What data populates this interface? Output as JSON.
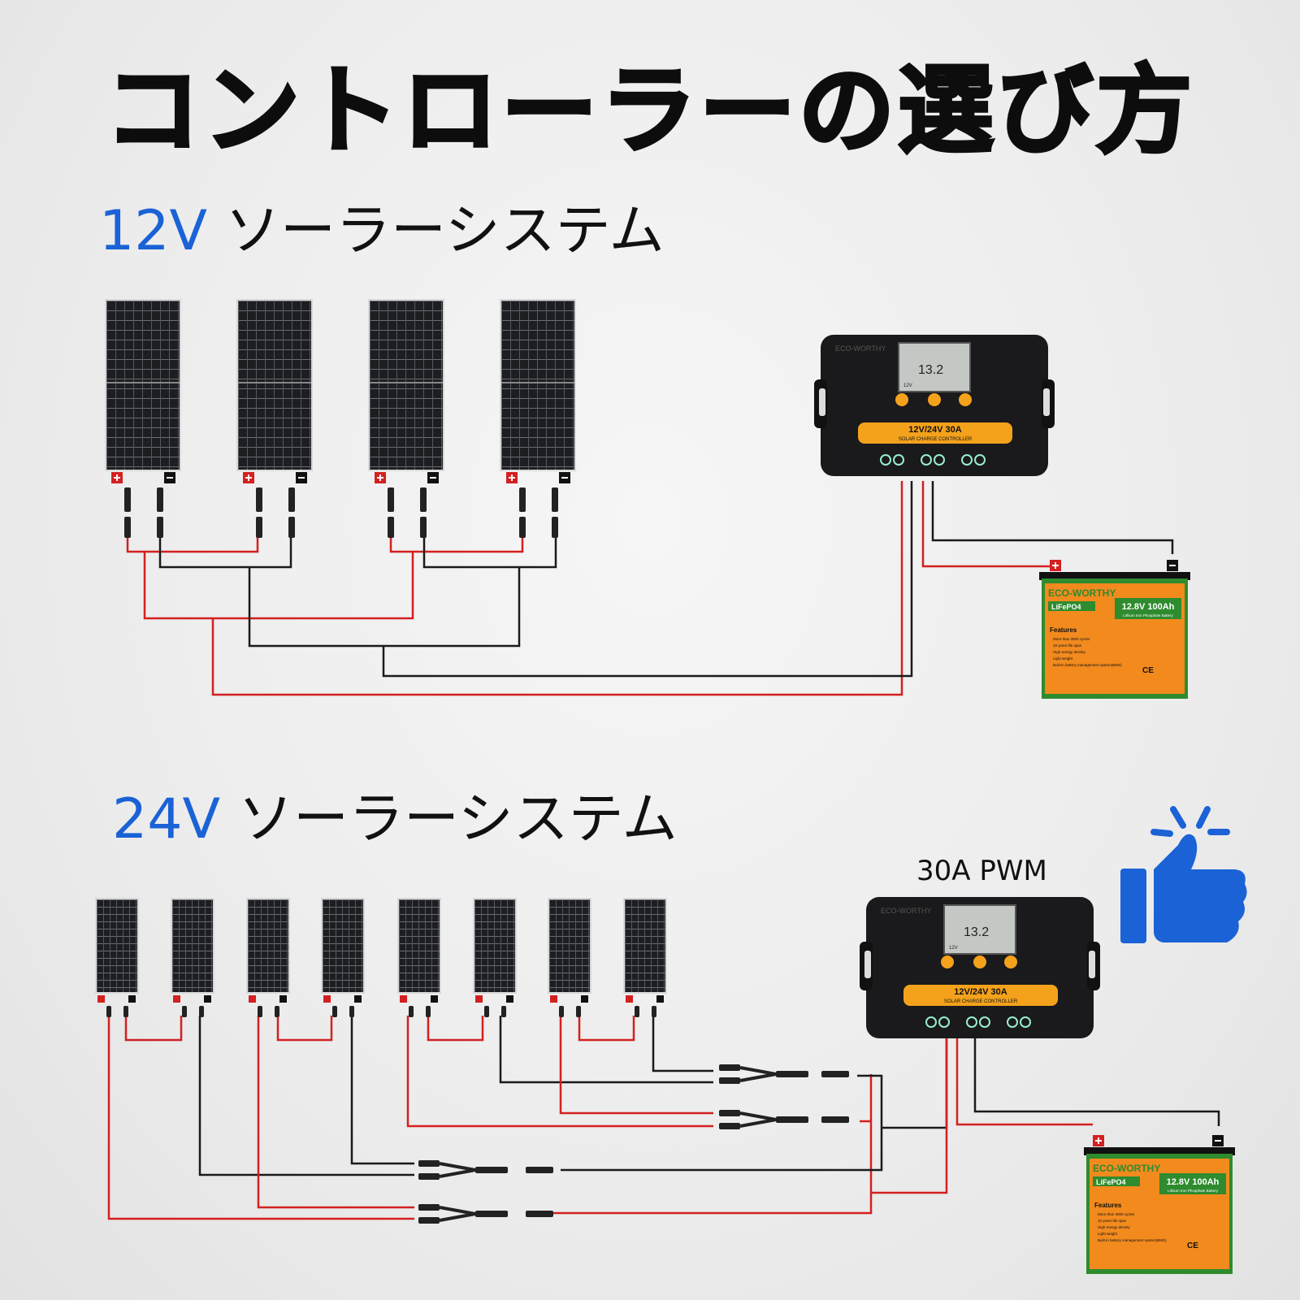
{
  "title": "コントローラーの選び方",
  "sections": [
    {
      "voltage": "12V",
      "label": "ソーラーシステム"
    },
    {
      "voltage": "24V",
      "label": "ソーラーシステム"
    }
  ],
  "controller": {
    "model_label": "12V/24V 30A",
    "subtitle": "SOLAR CHARGE CONTROLLER",
    "brand": "ECO-WORTHY",
    "display_value": "13.2",
    "display_volt": "12V",
    "bottom_label": "30A PWM"
  },
  "battery": {
    "brand": "ECO-WORTHY",
    "chemistry": "LiFePO4",
    "rating": "12.8V 100Ah",
    "rating_sub": "Lithium Iron Phosphate Battery",
    "features_title": "Features",
    "features": [
      "More than 3000 cycles",
      "10 years life span",
      "High energy density",
      "Light weight",
      "Built-in battery management system(BMS)"
    ],
    "marks": "CE"
  },
  "colors": {
    "accent_blue": "#1a62d6",
    "wire_red": "#d42020",
    "wire_black": "#1a1a1a",
    "controller_orange": "#f4a21c",
    "battery_green": "#2e8b2e",
    "battery_orange": "#f28a1e"
  },
  "icons": [
    "thumbs-up-icon",
    "plus-terminal-icon",
    "minus-terminal-icon"
  ]
}
